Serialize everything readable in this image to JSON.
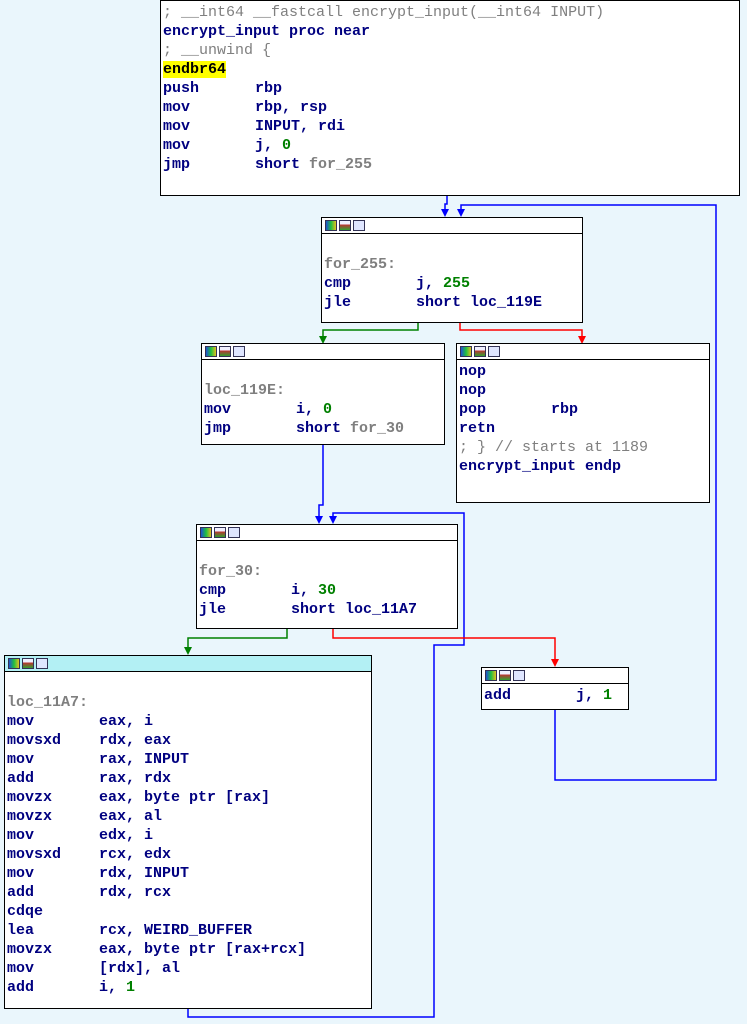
{
  "nodes": {
    "entry": {
      "lines": [
        {
          "type": "comment",
          "text": "; __int64 __fastcall encrypt_input(__int64 INPUT)"
        },
        {
          "type": "label",
          "text": "encrypt_input proc near"
        },
        {
          "type": "comment",
          "text": "; __unwind {"
        },
        {
          "type": "highlight",
          "text": "endbr64"
        },
        {
          "mn": "push",
          "op": "rbp"
        },
        {
          "mn": "mov",
          "op": "rbp, rsp"
        },
        {
          "mn": "mov",
          "op": "INPUT, rdi"
        },
        {
          "mn": "mov",
          "op": "j, ",
          "num": "0"
        },
        {
          "mn": "jmp",
          "op": "short ",
          "ref": "for_255"
        }
      ]
    },
    "for255": {
      "label": "for_255:",
      "lines": [
        {
          "mn": "cmp",
          "op": "j, ",
          "num": "255"
        },
        {
          "mn": "jle",
          "op": "short loc_119E"
        }
      ]
    },
    "loc119e": {
      "label": "loc_119E:",
      "lines": [
        {
          "mn": "mov",
          "op": "i, ",
          "num": "0"
        },
        {
          "mn": "jmp",
          "op": "short ",
          "ref": "for_30"
        }
      ]
    },
    "ret": {
      "lines": [
        {
          "mn": "nop",
          "op": ""
        },
        {
          "mn": "nop",
          "op": ""
        },
        {
          "mn": "pop",
          "op": "rbp"
        },
        {
          "mn": "retn",
          "op": ""
        },
        {
          "type": "comment",
          "text": "; } // starts at 1189"
        },
        {
          "type": "label",
          "text": "encrypt_input endp"
        }
      ]
    },
    "for30": {
      "label": "for_30:",
      "lines": [
        {
          "mn": "cmp",
          "op": "i, ",
          "num": "30"
        },
        {
          "mn": "jle",
          "op": "short loc_11A7"
        }
      ]
    },
    "loc11a7": {
      "label": "loc_11A7:",
      "lines": [
        {
          "mn": "mov",
          "op": "eax, i"
        },
        {
          "mn": "movsxd",
          "op": "rdx, eax"
        },
        {
          "mn": "mov",
          "op": "rax, INPUT"
        },
        {
          "mn": "add",
          "op": "rax, rdx"
        },
        {
          "mn": "movzx",
          "op": "eax, byte ptr [rax]"
        },
        {
          "mn": "movzx",
          "op": "eax, al"
        },
        {
          "mn": "mov",
          "op": "edx, i"
        },
        {
          "mn": "movsxd",
          "op": "rcx, edx"
        },
        {
          "mn": "mov",
          "op": "rdx, INPUT"
        },
        {
          "mn": "add",
          "op": "rdx, rcx"
        },
        {
          "mn": "cdqe",
          "op": ""
        },
        {
          "mn": "lea",
          "op": "rcx, WEIRD_BUFFER"
        },
        {
          "mn": "movzx",
          "op": "eax, byte ptr [rax+rcx]"
        },
        {
          "mn": "mov",
          "op": "[rdx], al"
        },
        {
          "mn": "add",
          "op": "i, ",
          "num": "1"
        }
      ]
    },
    "addj": {
      "lines": [
        {
          "mn": "add",
          "op": "j, ",
          "num": "1"
        }
      ]
    }
  },
  "colors": {
    "flow": "#0000ff",
    "taken": "#008000",
    "not_taken": "#ff0000",
    "selected_header": "#b3f0f4",
    "background": "#eaf6fc"
  }
}
